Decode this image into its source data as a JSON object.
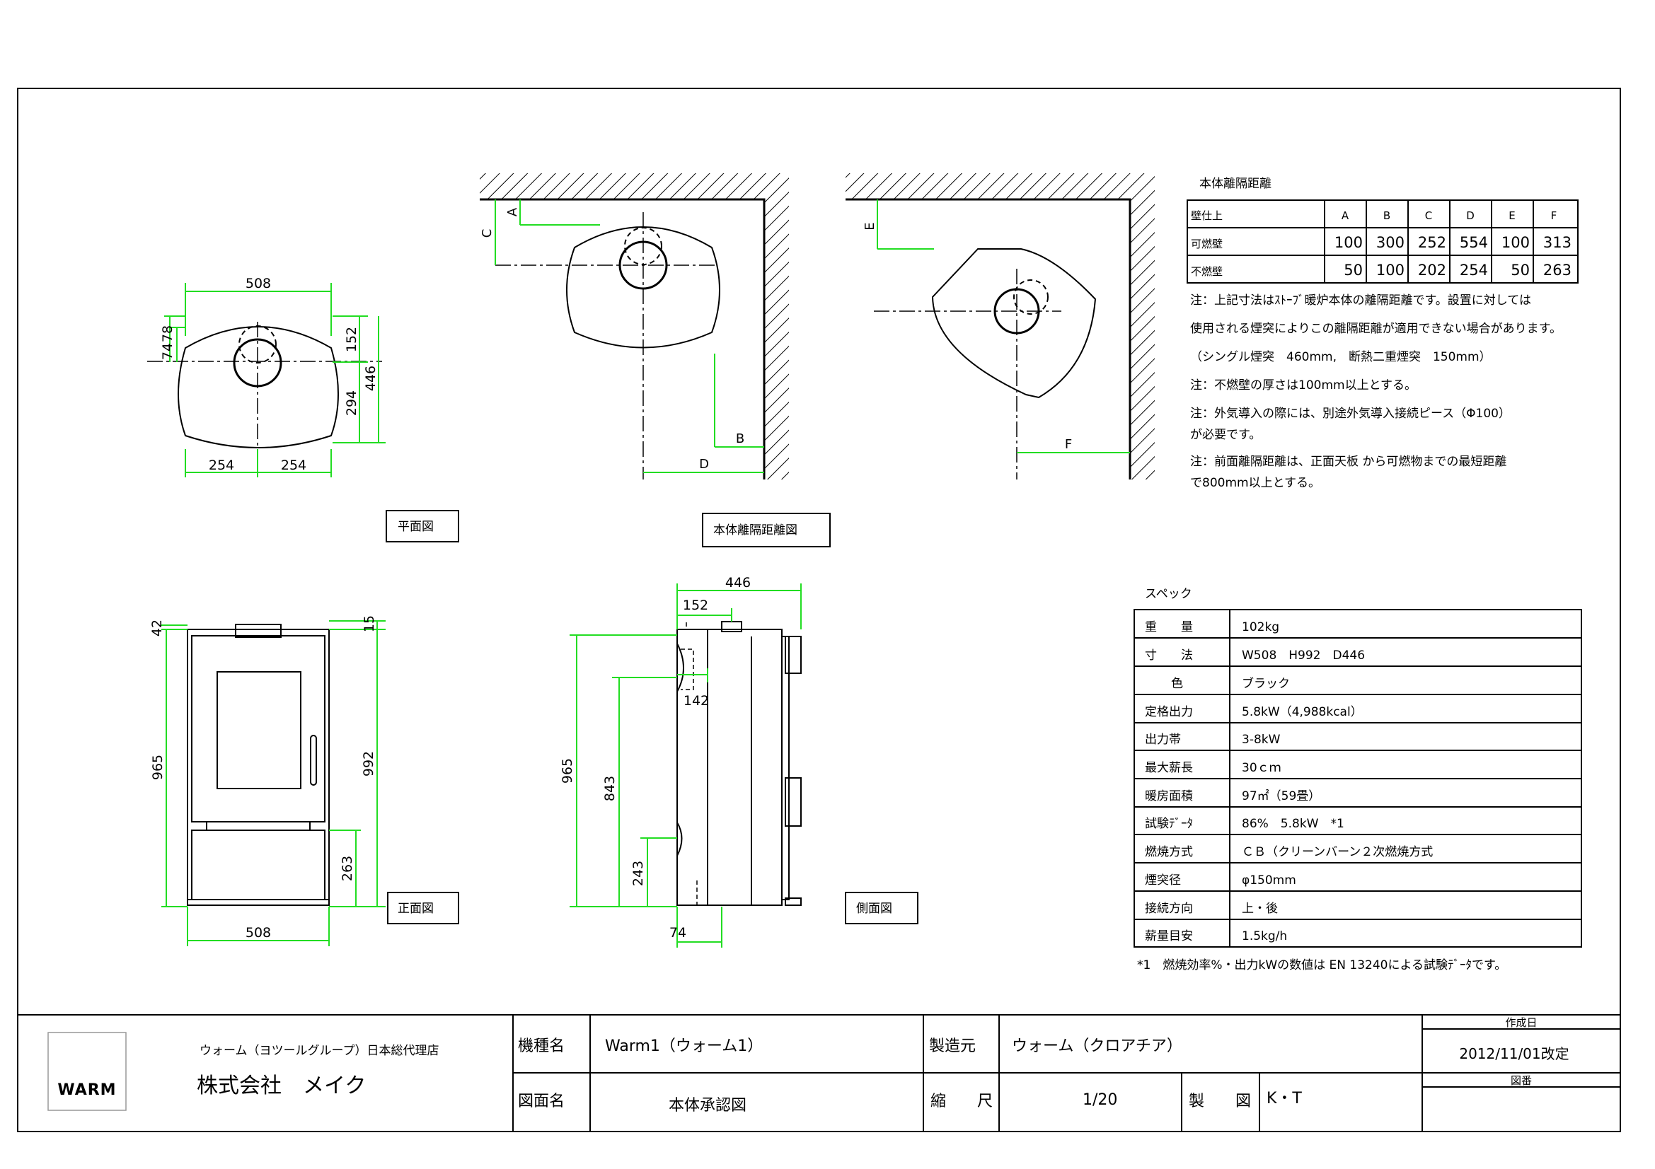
{
  "plan": {
    "caption": "平面図",
    "dims": {
      "width": "508",
      "half_left": "254",
      "half_right": "254",
      "d74": "74",
      "d78": "78",
      "d152": "152",
      "d294": "294",
      "d446": "446"
    }
  },
  "clearance_diagram": {
    "caption": "本体離隔距離図",
    "labels": {
      "A": "A",
      "B": "B",
      "C": "C",
      "D": "D",
      "E": "E",
      "F": "F"
    }
  },
  "front": {
    "caption": "正面図",
    "dims": {
      "d42": "42",
      "d15": "15",
      "d965": "965",
      "d992": "992",
      "d263": "263",
      "d508": "508"
    }
  },
  "side": {
    "caption": "側面図",
    "dims": {
      "d446": "446",
      "d152": "152",
      "d142": "142",
      "d965": "965",
      "d843": "843",
      "d243": "243",
      "d74": "74"
    }
  },
  "clearance_table": {
    "title": "本体離隔距離",
    "header": [
      "壁仕上",
      "A",
      "B",
      "C",
      "D",
      "E",
      "F"
    ],
    "rows": [
      [
        "可燃壁",
        "100",
        "300",
        "252",
        "554",
        "100",
        "313"
      ],
      [
        "不燃壁",
        "50",
        "100",
        "202",
        "254",
        "50",
        "263"
      ]
    ]
  },
  "notes": [
    "注：上記寸法はｽﾄｰﾌﾞ暖炉本体の離隔距離です。設置に対しては",
    "使用される煙突によりこの離隔距離が適用できない場合があります。",
    "（シングル煙突　460mm,　断熱二重煙突　150mm）",
    "注：不燃壁の厚さは100mm以上とする。",
    "注：外気導入の際には、別途外気導入接続ピース（Φ100）",
    "が必要です。",
    "注：前面離隔距離は、正面天板 から可燃物までの最短距離",
    "で800mm以上とする。"
  ],
  "spec": {
    "title": "スペック",
    "rows": [
      [
        "重　　量",
        "102kg"
      ],
      [
        "寸　　法",
        "W508　H992　D446"
      ],
      [
        "色",
        "ブラック"
      ],
      [
        "定格出力",
        "5.8kW（4,988kcal）"
      ],
      [
        "出力帯",
        "3-8kW"
      ],
      [
        "最大薪長",
        "30ｃｍ"
      ],
      [
        "暖房面積",
        "97㎡（59畳）"
      ],
      [
        "試験ﾃﾞｰﾀ",
        "86%　5.8kW　*1"
      ],
      [
        "燃焼方式",
        "ＣＢ（クリーンバーン２次燃焼方式"
      ],
      [
        "煙突径",
        "φ150mm"
      ],
      [
        "接続方向",
        "上・後"
      ],
      [
        "薪量目安",
        "1.5kg/h"
      ]
    ],
    "footnote": "*1　燃焼効率%・出力kWの数値は EN 13240による試験ﾃﾞｰﾀです。"
  },
  "title_block": {
    "logo": "WARM",
    "agent": "ウォーム（ヨツールグループ）日本総代理店",
    "company": "株式会社　メイク",
    "model_label": "機種名",
    "model_value": "Warm1（ウォーム1）",
    "drawing_label": "図面名",
    "drawing_value": "本体承認図",
    "maker_label": "製造元",
    "maker_value": "ウォーム（クロアチア）",
    "scale_label": "縮　　尺",
    "scale_value": "1/20",
    "drafter_label": "製　　図",
    "drafter_value": "K・T",
    "created_label": "作成日",
    "created_value": "2012/11/01改定",
    "number_label": "図番",
    "number_value": ""
  },
  "colors": {
    "dimension": "#22dd22",
    "line": "#000000",
    "paper": "#ffffff"
  }
}
